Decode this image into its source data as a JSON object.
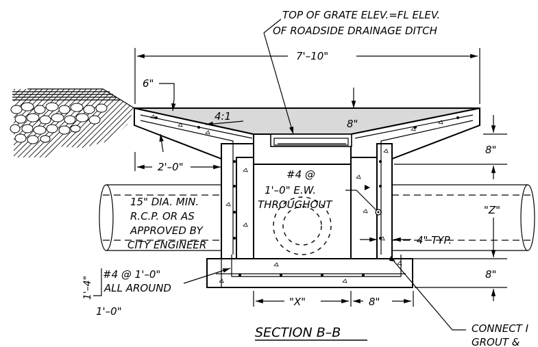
{
  "labels": {
    "top_of_grate_1": "TOP OF GRATE ELEV.=FL ELEV.",
    "top_of_grate_2": "OF ROADSIDE DRAINAGE DITCH",
    "overall_width": "7'–10\"",
    "six_inch": "6\"",
    "slope": "4:1",
    "eight_top": "8\"",
    "eight_right_top": "8\"",
    "two_ft": "2'–0\"",
    "rebar_1": "#4 @",
    "rebar_2": "1'–0\" E.W.",
    "rebar_3": "THROUGHOUT",
    "pipe_1": "15\" DIA. MIN.",
    "pipe_2": "R.C.P. OR AS",
    "pipe_3": "APPROVED BY",
    "pipe_4": "CITY ENGINEER",
    "z_dim": "\"Z\"",
    "four_typ": "4\" TYP.",
    "eight_right_bottom": "8\"",
    "rebar_around_1": "#4 @ 1'–0\"",
    "rebar_around_2": "ALL AROUND",
    "one_four": "1'–4\"",
    "one_zero": "1'–0\"",
    "x_dim": "\"X\"",
    "eight_bottom": "8\"",
    "section_title": "SECTION B–B",
    "connect_1": "CONNECT I",
    "connect_2": "GROUT &"
  }
}
